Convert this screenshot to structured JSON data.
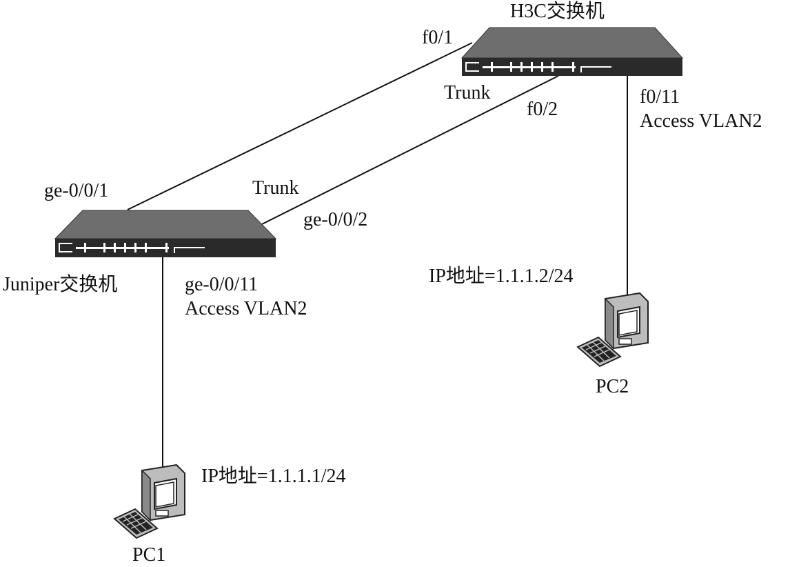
{
  "colors": {
    "line": "#111111",
    "device_fill": "#2a2a2a",
    "device_top": "#6e6e6e",
    "pc_fill": "#bdbdbd",
    "pc_dark": "#222222"
  },
  "devices": {
    "h3c": {
      "name": "H3C交换机",
      "icon": "switch-icon"
    },
    "juniper": {
      "name": "Juniper交换机",
      "icon": "switch-icon"
    },
    "pc1": {
      "name": "PC1",
      "ip": "IP地址=1.1.1.1/24",
      "icon": "computer-icon"
    },
    "pc2": {
      "name": "PC2",
      "ip": "IP地址=1.1.1.2/24",
      "icon": "computer-icon"
    }
  },
  "links": {
    "trunk1": {
      "h3c_port": "f0/1",
      "juniper_port": "ge-0/0/1"
    },
    "trunk2": {
      "h3c_port": "f0/2",
      "juniper_port": "ge-0/0/2",
      "mode_h3c": "Trunk",
      "mode_juniper": "Trunk"
    },
    "h3c_access": {
      "port": "f0/11",
      "mode": "Access VLAN2"
    },
    "juniper_access": {
      "port": "ge-0/0/11",
      "mode": "Access VLAN2"
    }
  }
}
